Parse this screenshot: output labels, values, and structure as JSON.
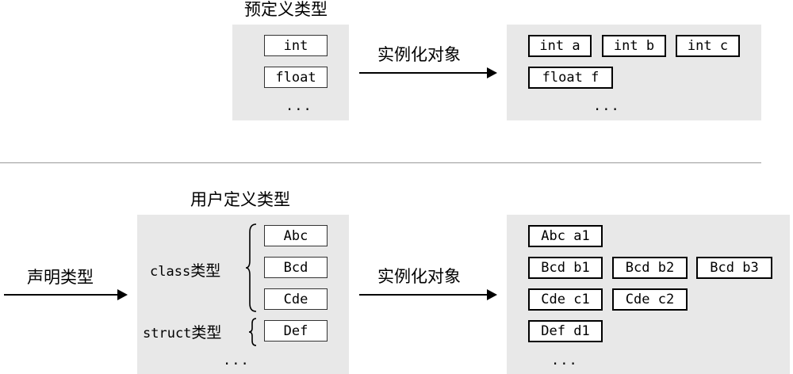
{
  "top": {
    "title": "预定义类型",
    "types": [
      "int",
      "float"
    ],
    "types_ellipsis": "...",
    "arrow_label": "实例化对象",
    "instances": [
      "int a",
      "int b",
      "int c",
      "float f"
    ],
    "instances_ellipsis": "..."
  },
  "bottom": {
    "title": "用户定义类型",
    "declare_label": "声明类型",
    "class_label_mono": "class",
    "class_label_cn": "类型",
    "struct_label_mono": "struct",
    "struct_label_cn": "类型",
    "class_types": [
      "Abc",
      "Bcd",
      "Cde"
    ],
    "struct_types": [
      "Def"
    ],
    "types_ellipsis": "...",
    "arrow_label": "实例化对象",
    "instances": [
      "Abc a1",
      "Bcd b1",
      "Bcd b2",
      "Bcd b3",
      "Cde c1",
      "Cde c2",
      "Def d1"
    ],
    "instances_ellipsis": "..."
  }
}
